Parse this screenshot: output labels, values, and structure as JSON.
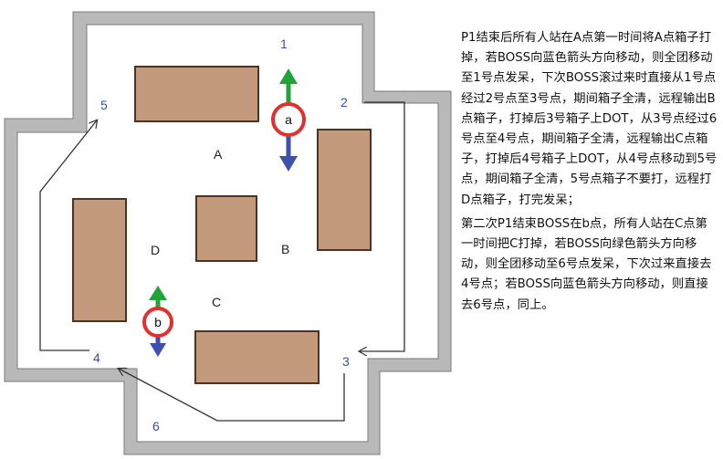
{
  "map": {
    "points": {
      "p1": "1",
      "p2": "2",
      "p3": "3",
      "p4": "4",
      "p5": "5",
      "p6": "6"
    },
    "areas": {
      "a": "A",
      "b": "B",
      "c": "C",
      "d": "D"
    },
    "markers": {
      "a": "a",
      "b": "b"
    },
    "colors": {
      "wall": "#b9b9b9",
      "box_fill": "#c49a7c",
      "box_border": "#4d3324",
      "point_label": "#3a4fa5",
      "marker_ring": "#e03030",
      "arrow_up": "#22a33a",
      "arrow_down": "#3d4fb0",
      "path_line": "#333333"
    }
  },
  "notes": {
    "para1": "P1结束后所有人站在A点第一时间将A点箱子打掉，若BOSS向蓝色箭头方向移动，则全团移动至1号点发呆，下次BOSS滚过来时直接从1号点经过2号点至3号点，期间箱子全清，远程输出B点箱子，打掉后3号箱子上DOT，从3号点经过6号点至4号点，期间箱子全清，远程输出C点箱子，打掉后4号箱子上DOT，从4号点移动到5号点，期间箱子全清，5号点箱子不要打，远程打D点箱子，打完发呆；",
    "para2": "第二次P1结束BOSS在b点，所有人站在C点第一时间把C打掉，若BOSS向绿色箭头方向移动，则全团移动至6号点发呆，下次过来直接去4号点；若BOSS向蓝色箭头方向移动，则直接去6号点，同上。"
  }
}
